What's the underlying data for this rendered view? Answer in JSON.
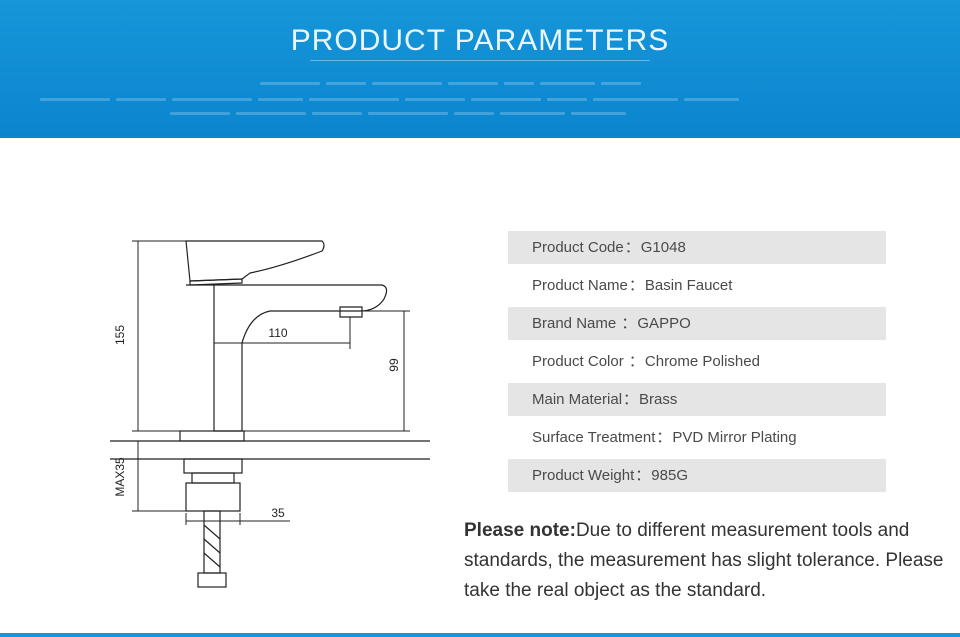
{
  "banner": {
    "title": "PRODUCT PARAMETERS",
    "bg_color": "#1293d8"
  },
  "drawing": {
    "dimensions": {
      "height_total": "155",
      "spout_reach": "110",
      "spout_height": "99",
      "max_counter": "MAX35",
      "base_diameter": "35"
    }
  },
  "params": [
    {
      "label": "Product Code",
      "sep": "：",
      "value": "G1048",
      "shaded": true
    },
    {
      "label": "Product Name",
      "sep": "：",
      "value": "Basin Faucet",
      "shaded": false
    },
    {
      "label": "Brand Name ",
      "sep": "：",
      "value": "GAPPO",
      "shaded": true
    },
    {
      "label": "Product Color ",
      "sep": "：",
      "value": "Chrome Polished",
      "shaded": false
    },
    {
      "label": "Main Material",
      "sep": "：",
      "value": "Brass",
      "shaded": true
    },
    {
      "label": "Surface Treatment",
      "sep": "：",
      "value": "PVD Mirror Plating",
      "shaded": false
    },
    {
      "label": "Product Weight",
      "sep": "：",
      "value": "985G",
      "shaded": true
    }
  ],
  "note": {
    "label": "Please note:",
    "text": "Due to different measurement tools and standards, the measurement has slight tolerance. Please take the real object as the standard."
  }
}
